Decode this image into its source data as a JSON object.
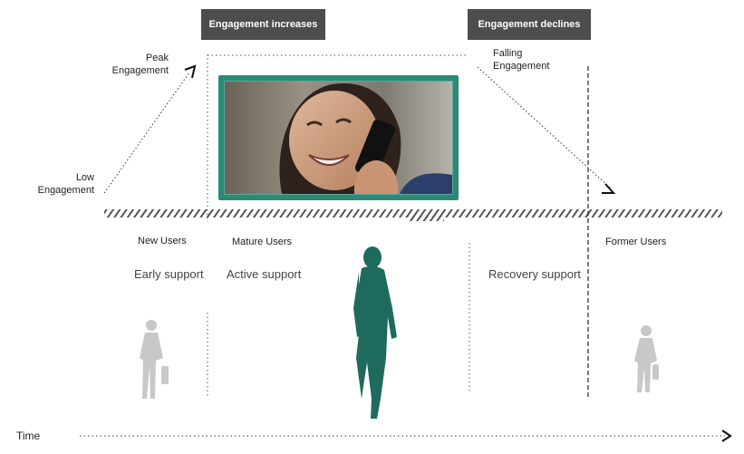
{
  "phase_tags": {
    "increase": "Engagement increases",
    "decline": "Engagement declines"
  },
  "engagement_labels": {
    "peak": "Peak Engagement",
    "falling": "Falling Engagement",
    "low": "Low Engagement"
  },
  "segments": [
    {
      "user_type": "New Users",
      "support": "Early support"
    },
    {
      "user_type": "Mature Users",
      "support": "Active support"
    },
    {
      "user_type": "",
      "support": "Recovery support"
    },
    {
      "user_type": "Former Users",
      "support": ""
    }
  ],
  "axis": {
    "time_label": "Time"
  },
  "colors": {
    "teal": "#1e6b5e",
    "frame": "#2a8a77",
    "tag_bg": "#4d4d4d",
    "ghost": "#c8c8c8"
  },
  "icons": {
    "featured_person": "woman-walking-silhouette",
    "former_person": "woman-with-bag-silhouette",
    "new_person": "woman-with-bag-silhouette"
  }
}
